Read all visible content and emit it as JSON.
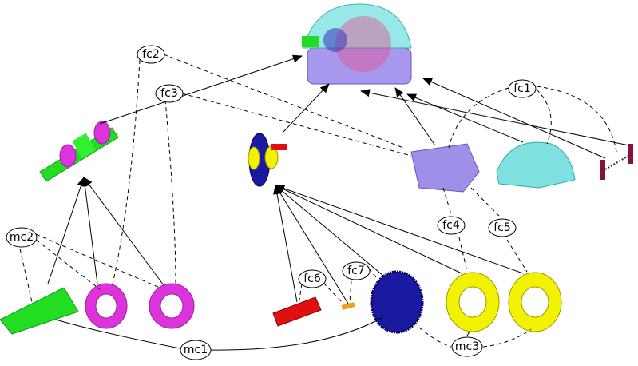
{
  "labels": {
    "fc1": "fc1",
    "fc2": "fc2",
    "fc3": "fc3",
    "fc4": "fc4",
    "fc5": "fc5",
    "fc6": "fc6",
    "fc7": "fc7",
    "mc1": "mc1",
    "mc2": "mc2",
    "mc3": "mc3"
  },
  "colors": {
    "housing": "#9f8fe8",
    "cover": "#7fe0e0",
    "shaft": "#22dd22",
    "bearing_magenta": "#dd33dd",
    "gear": "#1a1aa0",
    "bearing_yellow": "#f2f200",
    "red_shaft": "#e01010",
    "key": "#f0a020",
    "screw": "#8a1040"
  }
}
